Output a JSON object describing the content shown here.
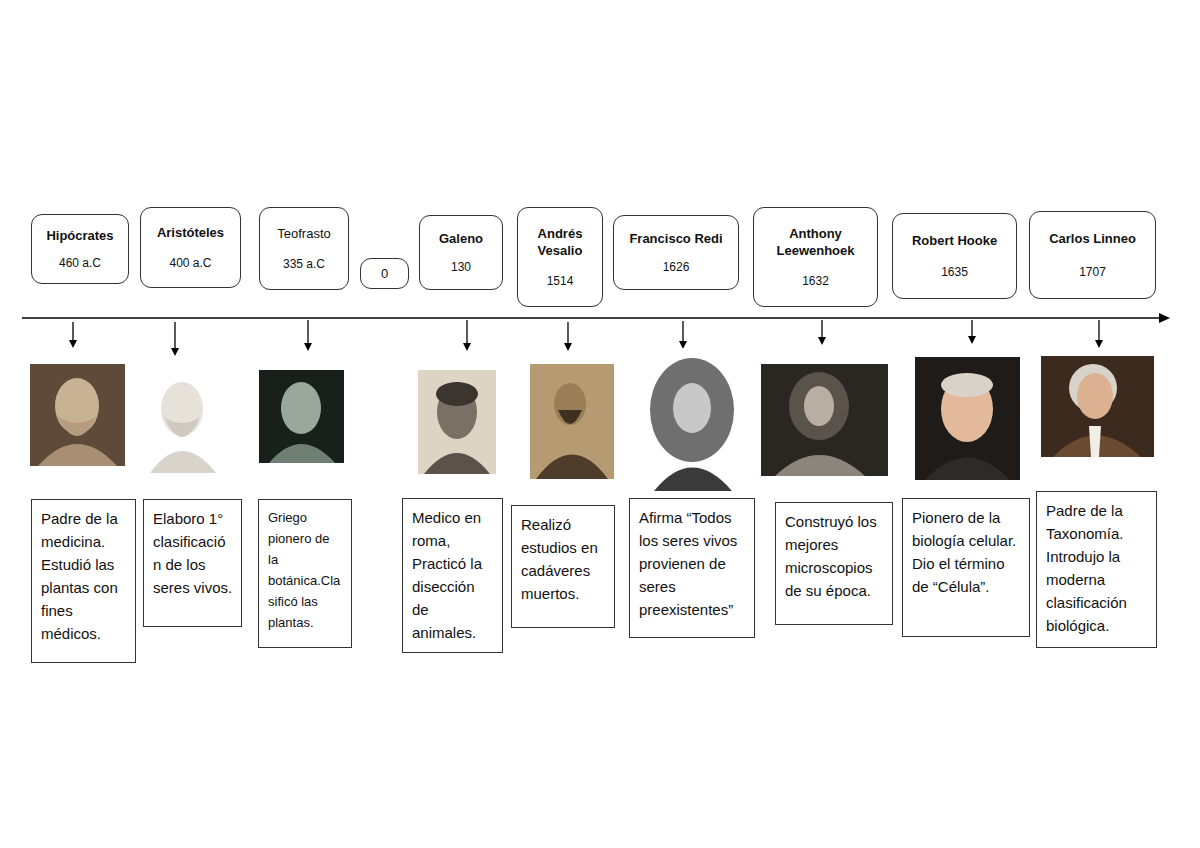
{
  "diagram": {
    "nodes": [
      {
        "text": [
          "Hipócrates",
          "460 a.C"
        ]
      },
      {
        "text": [
          "Aristóteles",
          "400 a.C"
        ]
      },
      {
        "text": [
          "Teofrasto",
          "335 a.C"
        ]
      },
      {
        "text": [
          "0"
        ]
      },
      {
        "text": [
          "Galeno",
          "130"
        ]
      },
      {
        "text": [
          "Andrés Vesalio",
          "1514"
        ]
      },
      {
        "text": [
          "Francisco Redi",
          "1626"
        ]
      },
      {
        "text": [
          "Anthony Leewenhoek",
          "1632"
        ]
      },
      {
        "text": [
          "Robert Hooke",
          "1635"
        ]
      },
      {
        "text": [
          "Carlos Linneo",
          "1707"
        ]
      },
      {
        "text": [
          "Padre de la medicina. Estudió las plantas con fines médicos."
        ]
      },
      {
        "text": [
          "Elaboro 1° clasificación de los seres vivos."
        ]
      },
      {
        "text": [
          "Griego pionero de la botánica.Clasificó las plantas."
        ]
      },
      {
        "text": [
          "Medico en roma, Practicó la disección de animales."
        ]
      },
      {
        "text": [
          "Realizó estudios en cadáveres muertos."
        ]
      },
      {
        "text": [
          "Afirma “Todos los seres vivos provienen de seres preexistentes”"
        ]
      },
      {
        "text": [
          "Construyó los mejores microscopios de su época."
        ]
      },
      {
        "text": [
          "Pionero de la biología celular. Dio el término de “Célula”."
        ]
      },
      {
        "text": [
          "Padre de la Taxonomía. Introdujo la moderna clasificación biológica."
        ]
      }
    ]
  }
}
